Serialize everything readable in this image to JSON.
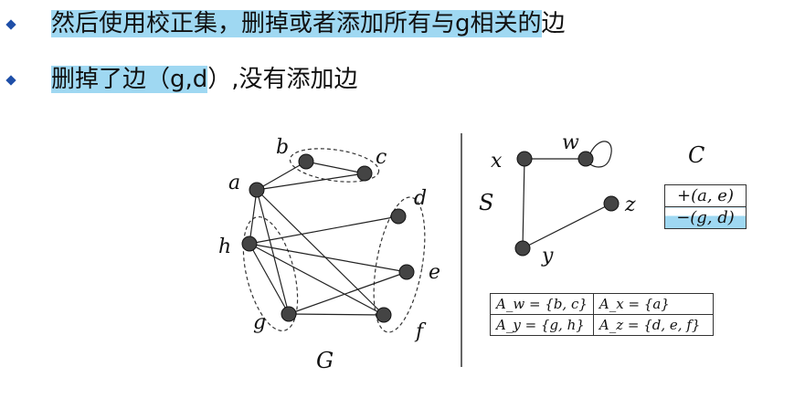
{
  "bullets": [
    {
      "highlighted": "然后使用校正集，删掉或者添加所有与g相关的",
      "rest": "边"
    },
    {
      "highlighted": "删掉了边（g,d",
      "rest": "）,没有添加边"
    }
  ],
  "graph_G": {
    "title": "G",
    "nodes": {
      "a": "a",
      "b": "b",
      "c": "c",
      "d": "d",
      "e": "e",
      "f": "f",
      "g": "g",
      "h": "h"
    }
  },
  "graph_S": {
    "title": "S",
    "nodes": {
      "x": "x",
      "w": "w",
      "y": "y",
      "z": "z"
    }
  },
  "corrections": {
    "title": "C",
    "rows": [
      "+(a, e)",
      "−(g, d)"
    ]
  },
  "assignment_table": [
    [
      "A_w = {b, c}",
      "A_x = {a}"
    ],
    [
      "A_y = {g, h}",
      "A_z = {d, e, f}"
    ]
  ],
  "colors": {
    "highlight": "#9fd8f2",
    "bullet": "#1f4fa8",
    "node": "#444444"
  }
}
